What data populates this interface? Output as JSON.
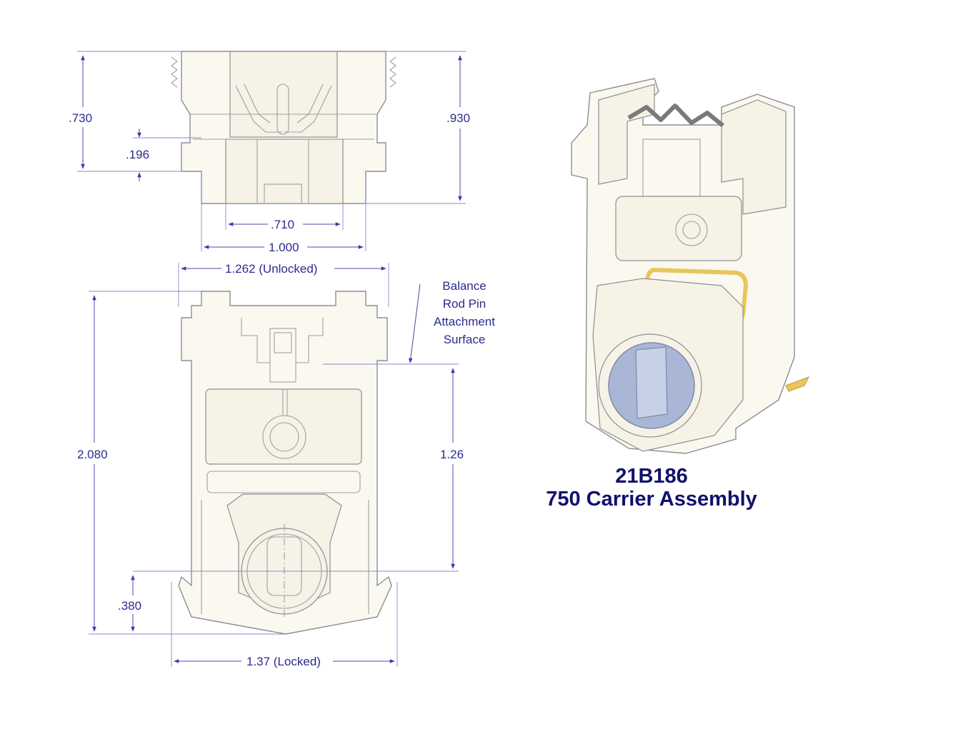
{
  "top_view": {
    "dim_730": ".730",
    "dim_196": ".196",
    "dim_930": ".930",
    "dim_710": ".710",
    "dim_1000": "1.000"
  },
  "front_view": {
    "dim_width_unlocked": "1.262 (Unlocked)",
    "dim_height": "2.080",
    "dim_126": "1.26",
    "dim_380": ".380",
    "dim_width_locked": "1.37 (Locked)",
    "callout_line1": "Balance",
    "callout_line2": "Rod Pin",
    "callout_line3": "Attachment",
    "callout_line4": "Surface"
  },
  "iso_view": {
    "part_number": "21B186",
    "part_name": "750 Carrier Assembly"
  },
  "colors": {
    "dimension_text": "#2b2b8f",
    "title_text": "#10106e",
    "part_fill": "#fbf8ef",
    "outline": "#8a8f96",
    "spring_gold": "#e8c65a",
    "socket_blue": "#a9b6d6"
  }
}
